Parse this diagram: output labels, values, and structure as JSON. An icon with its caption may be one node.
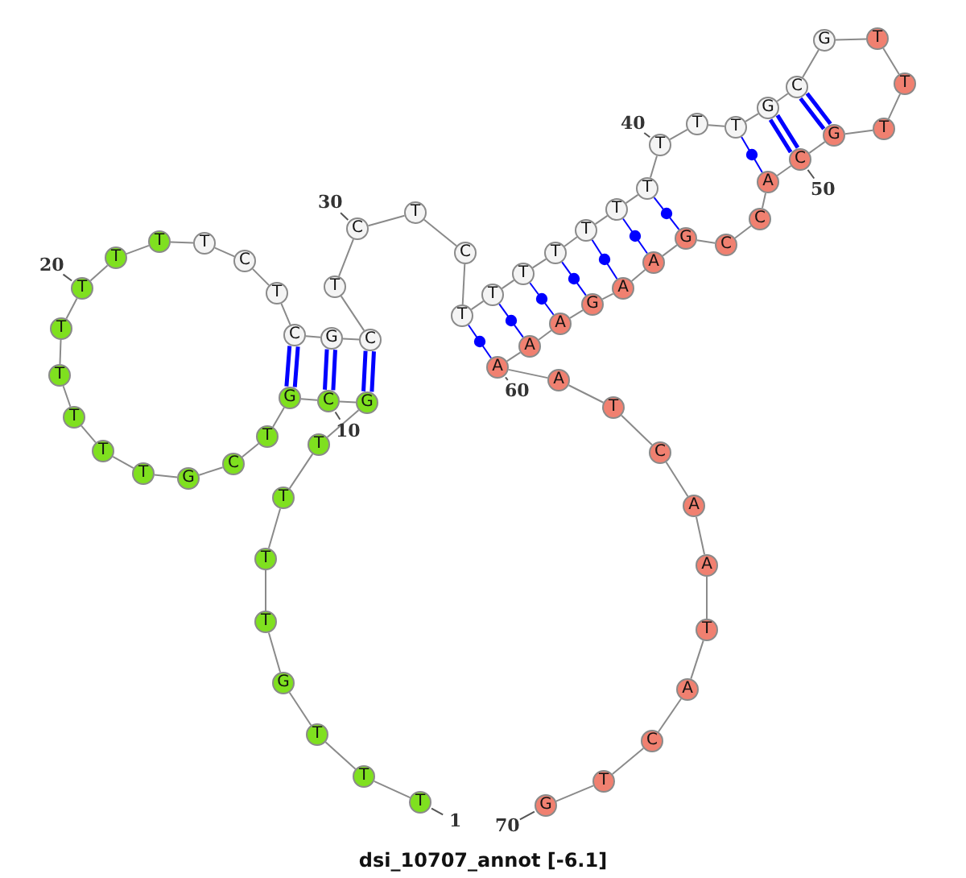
{
  "diagram": {
    "title": "dsi_10707_annot [-6.1]",
    "nodes": [
      {
        "text": [
          "T"
        ],
        "beside": [
          "1"
        ]
      },
      {
        "text": [
          "T"
        ]
      },
      {
        "text": [
          "T"
        ]
      },
      {
        "text": [
          "G"
        ]
      },
      {
        "text": [
          "T"
        ]
      },
      {
        "text": [
          "T"
        ]
      },
      {
        "text": [
          "T"
        ]
      },
      {
        "text": [
          "T"
        ]
      },
      {
        "text": [
          "G"
        ]
      },
      {
        "text": [
          "C"
        ],
        "beside": [
          "10"
        ]
      },
      {
        "text": [
          "G"
        ]
      },
      {
        "text": [
          "T"
        ]
      },
      {
        "text": [
          "C"
        ]
      },
      {
        "text": [
          "G"
        ]
      },
      {
        "text": [
          "T"
        ]
      },
      {
        "text": [
          "T"
        ]
      },
      {
        "text": [
          "T"
        ]
      },
      {
        "text": [
          "T"
        ]
      },
      {
        "text": [
          "T"
        ]
      },
      {
        "text": [
          "T"
        ],
        "beside": [
          "20"
        ]
      },
      {
        "text": [
          "T"
        ]
      },
      {
        "text": [
          "T"
        ]
      },
      {
        "text": [
          "T"
        ]
      },
      {
        "text": [
          "C"
        ]
      },
      {
        "text": [
          "T"
        ]
      },
      {
        "text": [
          "C"
        ]
      },
      {
        "text": [
          "G"
        ]
      },
      {
        "text": [
          "C"
        ]
      },
      {
        "text": [
          "T"
        ]
      },
      {
        "text": [
          "C"
        ],
        "beside": [
          "30"
        ]
      },
      {
        "text": [
          "T"
        ]
      },
      {
        "text": [
          "C"
        ]
      },
      {
        "text": [
          "T"
        ]
      },
      {
        "text": [
          "T"
        ]
      },
      {
        "text": [
          "T"
        ]
      },
      {
        "text": [
          "T"
        ]
      },
      {
        "text": [
          "T"
        ]
      },
      {
        "text": [
          "T"
        ]
      },
      {
        "text": [
          "T"
        ]
      },
      {
        "text": [
          "T"
        ],
        "beside": [
          "40"
        ]
      },
      {
        "text": [
          "T"
        ]
      },
      {
        "text": [
          "T"
        ]
      },
      {
        "text": [
          "G"
        ]
      },
      {
        "text": [
          "C"
        ]
      },
      {
        "text": [
          "G"
        ]
      },
      {
        "text": [
          "T"
        ]
      },
      {
        "text": [
          "T"
        ]
      },
      {
        "text": [
          "T"
        ]
      },
      {
        "text": [
          "G"
        ]
      },
      {
        "text": [
          "C"
        ],
        "beside": [
          "50"
        ]
      },
      {
        "text": [
          "A"
        ]
      },
      {
        "text": [
          "C"
        ]
      },
      {
        "text": [
          "C"
        ]
      },
      {
        "text": [
          "G"
        ]
      },
      {
        "text": [
          "A"
        ]
      },
      {
        "text": [
          "A"
        ]
      },
      {
        "text": [
          "G"
        ]
      },
      {
        "text": [
          "A"
        ]
      },
      {
        "text": [
          "A"
        ]
      },
      {
        "text": [
          "A"
        ],
        "beside": [
          "60"
        ]
      },
      {
        "text": [
          "A"
        ]
      },
      {
        "text": [
          "T"
        ]
      },
      {
        "text": [
          "C"
        ]
      },
      {
        "text": [
          "A"
        ]
      },
      {
        "text": [
          "A"
        ]
      },
      {
        "text": [
          "T"
        ]
      },
      {
        "text": [
          "A"
        ]
      },
      {
        "text": [
          "C"
        ]
      },
      {
        "text": [
          "T"
        ]
      },
      {
        "text": [
          "G"
        ],
        "beside": [
          "70"
        ]
      }
    ],
    "edges": [
      {
        "from": 0,
        "to": 1,
        "arrow": "none"
      },
      {
        "from": 1,
        "to": 2,
        "arrow": "none"
      },
      {
        "from": 2,
        "to": 3,
        "arrow": "none"
      },
      {
        "from": 3,
        "to": 4,
        "arrow": "none"
      },
      {
        "from": 4,
        "to": 5,
        "arrow": "none"
      },
      {
        "from": 5,
        "to": 6,
        "arrow": "none"
      },
      {
        "from": 6,
        "to": 7,
        "arrow": "none"
      },
      {
        "from": 7,
        "to": 8,
        "arrow": "none"
      },
      {
        "from": 8,
        "to": 9,
        "arrow": "none"
      },
      {
        "from": 9,
        "to": 10,
        "arrow": "none"
      },
      {
        "from": 10,
        "to": 11,
        "arrow": "none"
      },
      {
        "from": 11,
        "to": 12,
        "arrow": "none"
      },
      {
        "from": 12,
        "to": 13,
        "arrow": "none"
      },
      {
        "from": 13,
        "to": 14,
        "arrow": "none"
      },
      {
        "from": 14,
        "to": 15,
        "arrow": "none"
      },
      {
        "from": 15,
        "to": 16,
        "arrow": "none"
      },
      {
        "from": 16,
        "to": 17,
        "arrow": "none"
      },
      {
        "from": 17,
        "to": 18,
        "arrow": "none"
      },
      {
        "from": 18,
        "to": 19,
        "arrow": "none"
      },
      {
        "from": 19,
        "to": 20,
        "arrow": "none"
      },
      {
        "from": 20,
        "to": 21,
        "arrow": "none"
      },
      {
        "from": 21,
        "to": 22,
        "arrow": "none"
      },
      {
        "from": 22,
        "to": 23,
        "arrow": "none"
      },
      {
        "from": 23,
        "to": 24,
        "arrow": "none"
      },
      {
        "from": 24,
        "to": 25,
        "arrow": "none"
      },
      {
        "from": 25,
        "to": 26,
        "arrow": "none"
      },
      {
        "from": 26,
        "to": 27,
        "arrow": "none"
      },
      {
        "from": 27,
        "to": 28,
        "arrow": "none"
      },
      {
        "from": 28,
        "to": 29,
        "arrow": "none"
      },
      {
        "from": 29,
        "to": 30,
        "arrow": "none"
      },
      {
        "from": 30,
        "to": 31,
        "arrow": "none"
      },
      {
        "from": 31,
        "to": 32,
        "arrow": "none"
      },
      {
        "from": 32,
        "to": 33,
        "arrow": "none"
      },
      {
        "from": 33,
        "to": 34,
        "arrow": "none"
      },
      {
        "from": 34,
        "to": 35,
        "arrow": "none"
      },
      {
        "from": 35,
        "to": 36,
        "arrow": "none"
      },
      {
        "from": 36,
        "to": 37,
        "arrow": "none"
      },
      {
        "from": 37,
        "to": 38,
        "arrow": "none"
      },
      {
        "from": 38,
        "to": 39,
        "arrow": "none"
      },
      {
        "from": 39,
        "to": 40,
        "arrow": "none"
      },
      {
        "from": 40,
        "to": 41,
        "arrow": "none"
      },
      {
        "from": 41,
        "to": 42,
        "arrow": "none"
      },
      {
        "from": 42,
        "to": 43,
        "arrow": "none"
      },
      {
        "from": 43,
        "to": 44,
        "arrow": "none"
      },
      {
        "from": 44,
        "to": 45,
        "arrow": "none"
      },
      {
        "from": 45,
        "to": 46,
        "arrow": "none"
      },
      {
        "from": 46,
        "to": 47,
        "arrow": "none"
      },
      {
        "from": 47,
        "to": 48,
        "arrow": "none"
      },
      {
        "from": 48,
        "to": 49,
        "arrow": "none"
      },
      {
        "from": 49,
        "to": 50,
        "arrow": "none"
      },
      {
        "from": 50,
        "to": 51,
        "arrow": "none"
      },
      {
        "from": 51,
        "to": 52,
        "arrow": "none"
      },
      {
        "from": 52,
        "to": 53,
        "arrow": "none"
      },
      {
        "from": 53,
        "to": 54,
        "arrow": "none"
      },
      {
        "from": 54,
        "to": 55,
        "arrow": "none"
      },
      {
        "from": 55,
        "to": 56,
        "arrow": "none"
      },
      {
        "from": 56,
        "to": 57,
        "arrow": "none"
      },
      {
        "from": 57,
        "to": 58,
        "arrow": "none"
      },
      {
        "from": 58,
        "to": 59,
        "arrow": "none"
      },
      {
        "from": 59,
        "to": 60,
        "arrow": "none"
      },
      {
        "from": 60,
        "to": 61,
        "arrow": "none"
      },
      {
        "from": 61,
        "to": 62,
        "arrow": "none"
      },
      {
        "from": 62,
        "to": 63,
        "arrow": "none"
      },
      {
        "from": 63,
        "to": 64,
        "arrow": "none"
      },
      {
        "from": 64,
        "to": 65,
        "arrow": "none"
      },
      {
        "from": 65,
        "to": 66,
        "arrow": "none"
      },
      {
        "from": 66,
        "to": 67,
        "arrow": "none"
      },
      {
        "from": 67,
        "to": 68,
        "arrow": "none"
      },
      {
        "from": 68,
        "to": 69,
        "arrow": "none"
      },
      {
        "from": 8,
        "to": 27,
        "arrow": "none",
        "style": "thick",
        "color": "#0000ff"
      },
      {
        "from": 9,
        "to": 26,
        "arrow": "none",
        "style": "thick",
        "color": "#0000ff"
      },
      {
        "from": 10,
        "to": 25,
        "arrow": "none",
        "style": "thick",
        "color": "#0000ff"
      },
      {
        "from": 32,
        "to": 59,
        "arrow": "none",
        "color": "#0000ff"
      },
      {
        "from": 33,
        "to": 58,
        "arrow": "none",
        "color": "#0000ff"
      },
      {
        "from": 34,
        "to": 57,
        "arrow": "none",
        "color": "#0000ff"
      },
      {
        "from": 35,
        "to": 56,
        "arrow": "none",
        "color": "#0000ff"
      },
      {
        "from": 36,
        "to": 55,
        "arrow": "none",
        "color": "#0000ff"
      },
      {
        "from": 37,
        "to": 54,
        "arrow": "none",
        "color": "#0000ff"
      },
      {
        "from": 38,
        "to": 53,
        "arrow": "none",
        "color": "#0000ff"
      },
      {
        "from": 41,
        "to": 50,
        "arrow": "none",
        "color": "#0000ff"
      },
      {
        "from": 42,
        "to": 49,
        "arrow": "none",
        "style": "thick",
        "color": "#0000ff"
      },
      {
        "from": 43,
        "to": 48,
        "arrow": "none",
        "style": "thick",
        "color": "#0000ff"
      }
    ]
  }
}
